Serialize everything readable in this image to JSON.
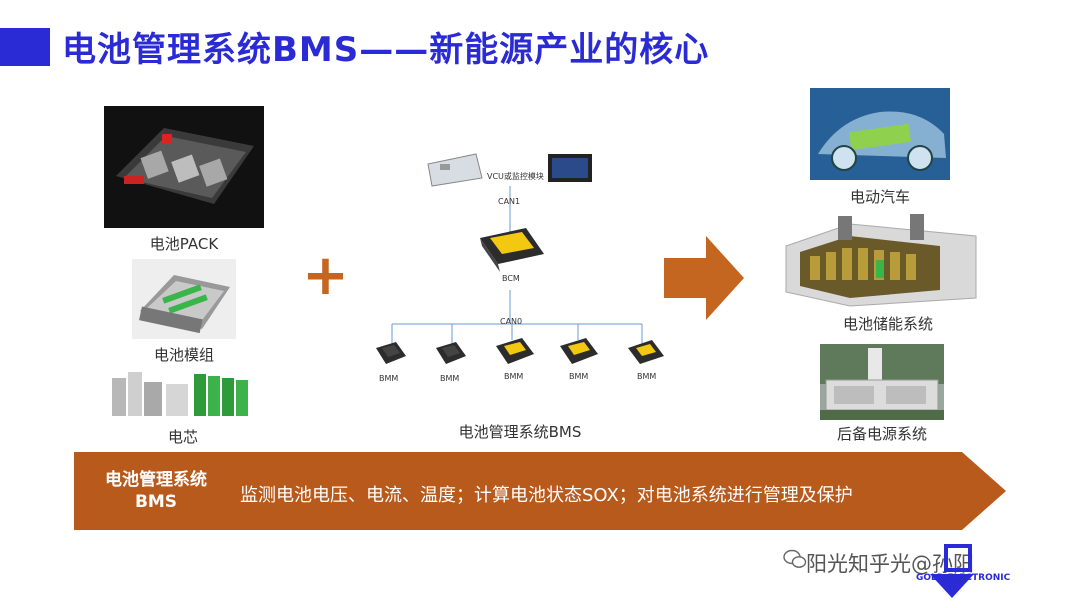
{
  "title": "电池管理系统BMS——新能源产业的核心",
  "left_items": [
    {
      "label": "电池PACK",
      "icon": "battery-pack-image"
    },
    {
      "label": "电池模组",
      "icon": "battery-module-image"
    },
    {
      "label": "电芯",
      "icon": "battery-cell-image"
    }
  ],
  "plus_symbol": "+",
  "diagram": {
    "vcu_label": "VCU或监控模块",
    "can1_label": "CAN1",
    "bcm_label": "BCM",
    "can0_label": "CAN0",
    "bmm_labels": [
      "BMM",
      "BMM",
      "BMM",
      "BMM",
      "BMM"
    ],
    "caption": "电池管理系统BMS"
  },
  "right_items": [
    {
      "label": "电动汽车",
      "icon": "electric-car-image"
    },
    {
      "label": "电池储能系统",
      "icon": "energy-storage-image"
    },
    {
      "label": "后备电源系统",
      "icon": "backup-power-image"
    }
  ],
  "banner": {
    "left_text_line1": "电池管理系统",
    "left_text_line2": "BMS",
    "main_text": "监测电池电压、电流、温度；计算电池状态SOX；对电池系统进行管理及保护"
  },
  "watermark_text": "阳光知乎光@孙阳",
  "logo_text": "GOLD ELECTRONIC",
  "colors": {
    "title": "#2b2bd6",
    "accent": "#c4661f",
    "banner": "#b85a1c"
  }
}
